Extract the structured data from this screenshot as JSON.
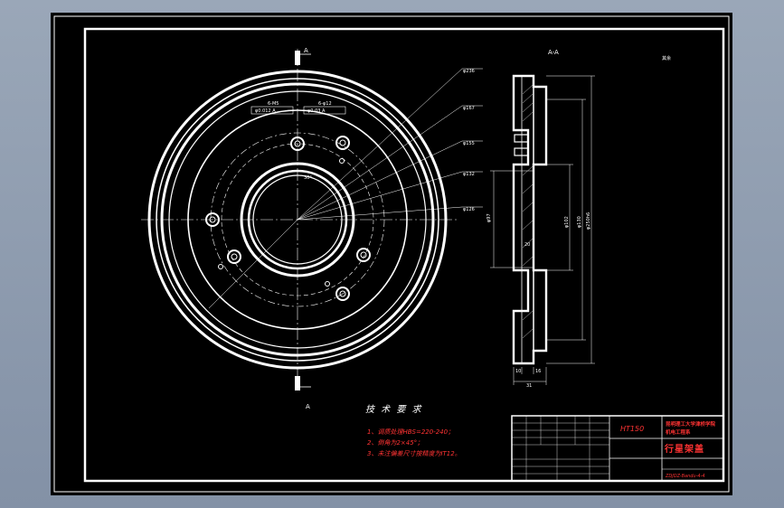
{
  "title_block": {
    "material": "HT150",
    "school_line1": "昆明理工大学津桥学院",
    "school_line2": "机电工程系",
    "part_name": "行星架盖",
    "drawing_no": "ZDJDZ-Bandu-4-4"
  },
  "tech_requirements": {
    "heading": "技 术 要 求",
    "items": [
      "1、调质处理HBS=220-240；",
      "2、倒角为2×45°；",
      "3、未注偏差尺寸按精度为IT12。"
    ]
  },
  "section_labels": {
    "cut_top": "A",
    "cut_bottom": "A",
    "view_title": "A-A",
    "roughness_note": "其余"
  },
  "dimensions": {
    "d236": "φ236",
    "d167": "φ167",
    "d155": "φ155",
    "d132": "φ132",
    "d126": "φ126",
    "holes_a": "6-M5",
    "holes_b": "6-φ12",
    "tol_a": "φ0.012 A",
    "tol_b": "φ0.03 A",
    "ang30": "30°",
    "d97": "φ97",
    "d102": "φ102",
    "d130": "φ130",
    "d250": "φ250h6",
    "w10": "10",
    "w16": "16",
    "w31": "31",
    "w20": "20"
  }
}
